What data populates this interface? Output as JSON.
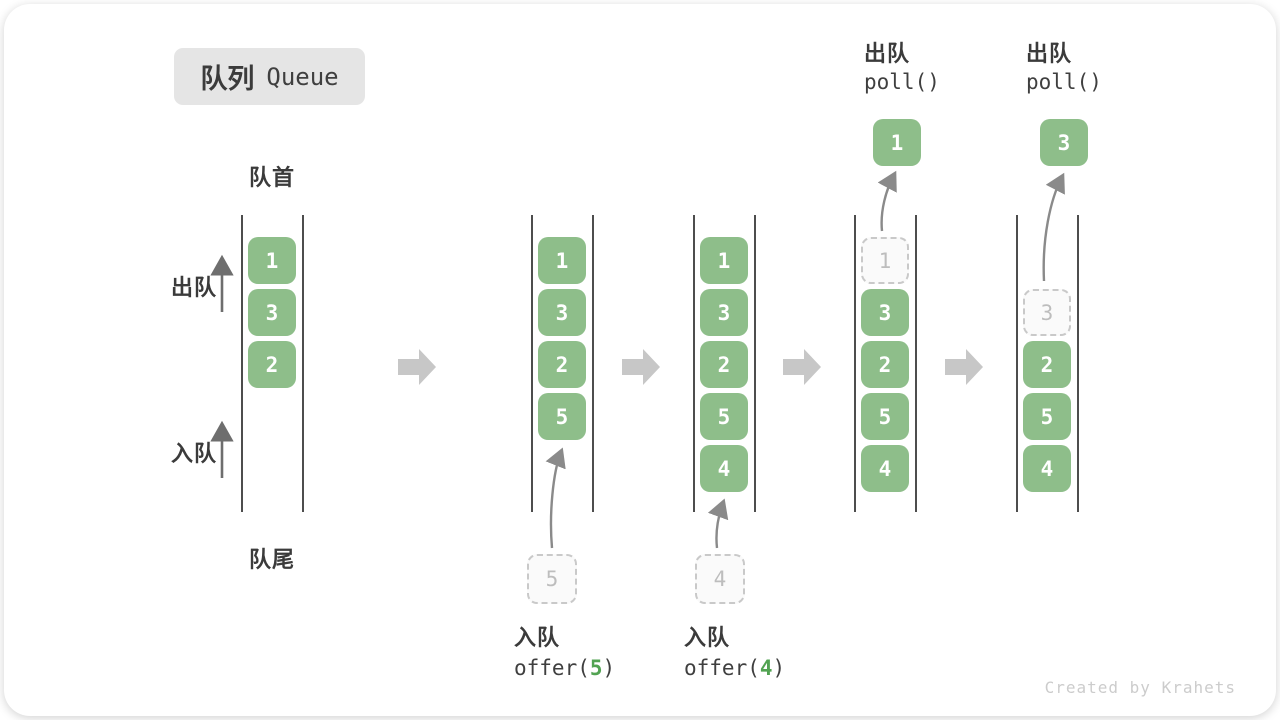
{
  "title": {
    "zh": "队列",
    "en": "Queue"
  },
  "labels": {
    "front": "队首",
    "rear": "队尾",
    "dequeue": "出队",
    "enqueue": "入队"
  },
  "colors": {
    "item_green": "#8ebe8a",
    "code_arg_green": "#52a352",
    "step_arrow_gray": "#c7c7c7"
  },
  "states": [
    {
      "boxes": [
        {
          "v": "1"
        },
        {
          "v": "3"
        },
        {
          "v": "2"
        }
      ]
    },
    {
      "boxes": [
        {
          "v": "1"
        },
        {
          "v": "3"
        },
        {
          "v": "2"
        },
        {
          "v": "5"
        }
      ],
      "incoming": "5",
      "op_label": "入队",
      "code_pre": "offer(",
      "code_arg": "5",
      "code_post": ")"
    },
    {
      "boxes": [
        {
          "v": "1"
        },
        {
          "v": "3"
        },
        {
          "v": "2"
        },
        {
          "v": "5"
        },
        {
          "v": "4"
        }
      ],
      "incoming": "4",
      "op_label": "入队",
      "code_pre": "offer(",
      "code_arg": "4",
      "code_post": ")"
    },
    {
      "boxes": [
        {
          "v": "1",
          "t": "ghost"
        },
        {
          "v": "3"
        },
        {
          "v": "2"
        },
        {
          "v": "5"
        },
        {
          "v": "4"
        }
      ],
      "popped": "1",
      "op_label": "出队",
      "op_code": "poll()"
    },
    {
      "boxes": [
        {
          "v": "3",
          "t": "ghost"
        },
        {
          "v": "2"
        },
        {
          "v": "5"
        },
        {
          "v": "4"
        }
      ],
      "popped": "3",
      "op_label": "出队",
      "op_code": "poll()"
    }
  ],
  "watermark": "Created by Krahets"
}
